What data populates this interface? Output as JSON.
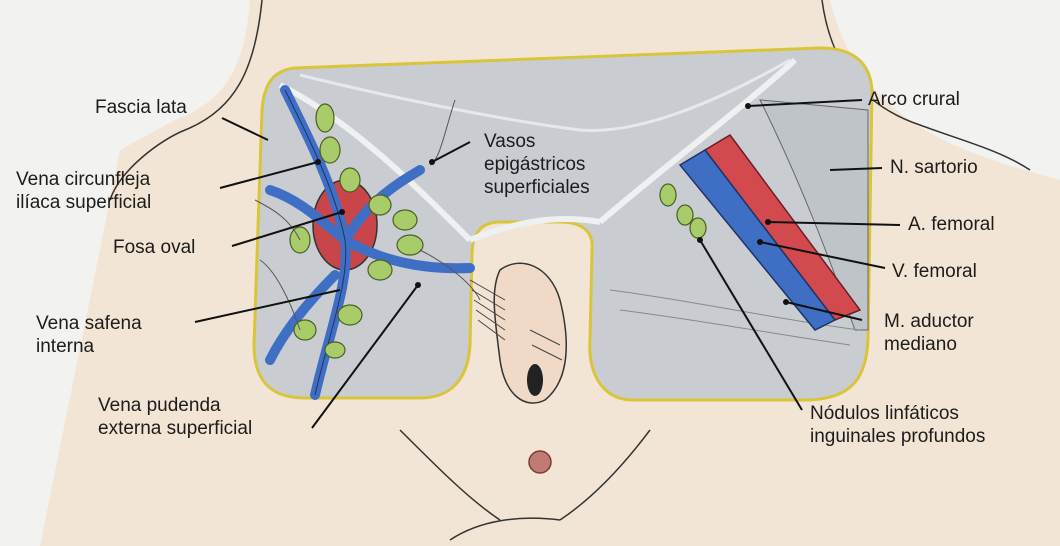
{
  "labels": {
    "fascia_lata": "Fascia lata",
    "vena_circunfleja": "Vena circunfleja\nilíaca superficial",
    "fosa_oval": "Fosa oval",
    "vena_safena": "Vena safena\ninterna",
    "vena_pudenda": "Vena pudenda\nexterna superficial",
    "vasos_epigastricos": "Vasos\nepigástricos\nsuperficiales",
    "arco_crural": "Arco crural",
    "n_sartorio": "N. sartorio",
    "a_femoral": "A. femoral",
    "v_femoral": "V. femoral",
    "m_aductor": "M. aductor\nmediano",
    "nodulos": "Nódulos linfáticos\ninguinales profundos"
  },
  "colors": {
    "background": "#f2f2f0",
    "fascia": "#c9cdd1",
    "skin": "#f3e0cb",
    "window_border": "#d8c53a",
    "vein": "#3f6fc4",
    "artery": "#d24a4e",
    "lymph_node": "#a9cc6a",
    "outline": "#2a2a2a"
  }
}
